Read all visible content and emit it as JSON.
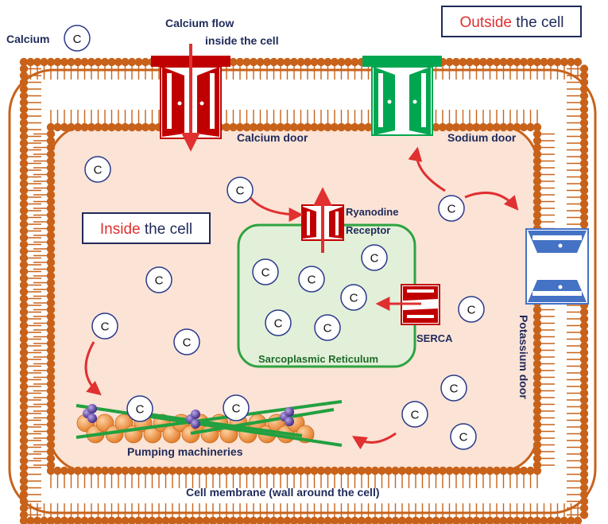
{
  "labels": {
    "calcium": "Calcium",
    "calcium_symbol": "C",
    "calcium_flow_line1": "Calcium flow",
    "calcium_flow_line2": "inside the cell",
    "outside_highlight": "Outside",
    "outside_rest": " the cell",
    "inside_highlight": "Inside",
    "inside_rest": " the cell",
    "calcium_door": "Calcium door",
    "sodium_door": "Sodium door",
    "potassium_door": "Potassium door",
    "ryanodine_line1": "Ryanodine",
    "ryanodine_line2": "Receptor",
    "sr": "Sarcoplasmic Reticulum",
    "serca": "SERCA",
    "pumping": "Pumping machineries",
    "membrane": "Cell membrane (wall around the cell)"
  },
  "colors": {
    "membrane": "#c8621a",
    "cytoplasm": "#fbe3d6",
    "sr_fill": "#e2f0d9",
    "sr_border": "#2fa340",
    "calcium_door": "#c00000",
    "sodium_door": "#00a650",
    "potassium_door": "#4472c4",
    "arrow": "#e03030",
    "highlight_red": "#e03030",
    "label_navy": "#1f2a5a",
    "actin_green": "#22a040",
    "myosin_purple": "#5a3a9a",
    "bead_orange": "#f28c3a"
  }
}
